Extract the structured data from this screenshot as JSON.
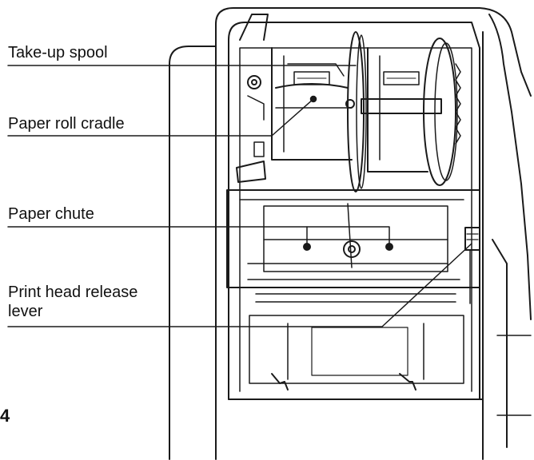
{
  "callouts": {
    "take_up_spool": "Take-up spool",
    "paper_roll_cradle": "Paper roll cradle",
    "paper_chute": "Paper chute",
    "print_head_release_lever": "Print head release lever"
  },
  "figure_number": "4",
  "colors": {
    "line": "#1a1a1a",
    "background": "#ffffff"
  }
}
